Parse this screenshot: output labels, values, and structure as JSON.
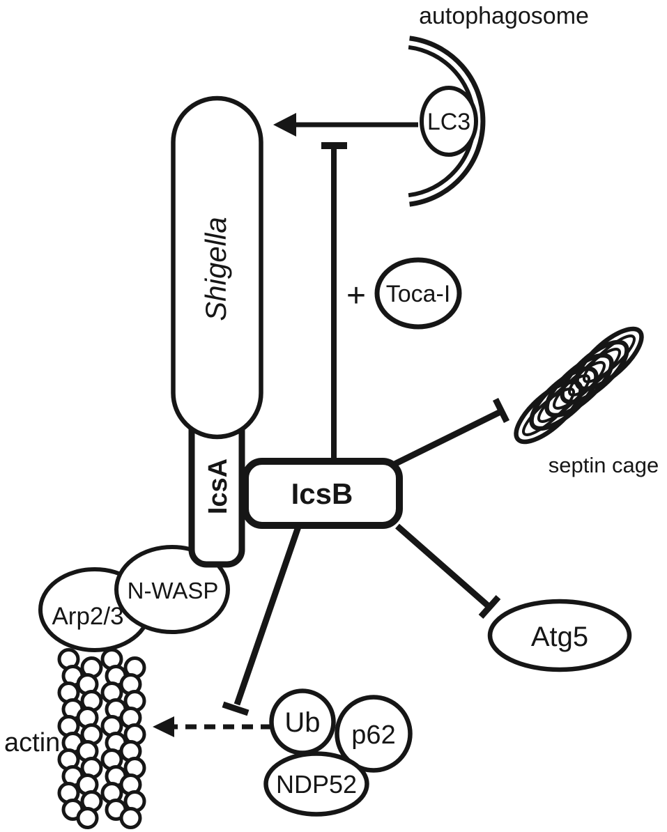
{
  "diagram": {
    "description": "Shigella IcsB autophagy-evasion pathway schematic, black line art on white",
    "colors": {
      "ink": "#161616",
      "background": "#ffffff"
    },
    "labels": {
      "autophagosome": "autophagosome",
      "lc3": "LC3",
      "shigella": "Shigella",
      "icsa": "IcsA",
      "icsb": "IcsB",
      "plus": "+",
      "toca": "Toca-I",
      "septin_cage": "septin cage",
      "atg5": "Atg5",
      "ub": "Ub",
      "p62": "p62",
      "ndp52": "NDP52",
      "actin": "actin",
      "nwasp": "N-WASP",
      "arp23": "Arp2/3"
    }
  }
}
